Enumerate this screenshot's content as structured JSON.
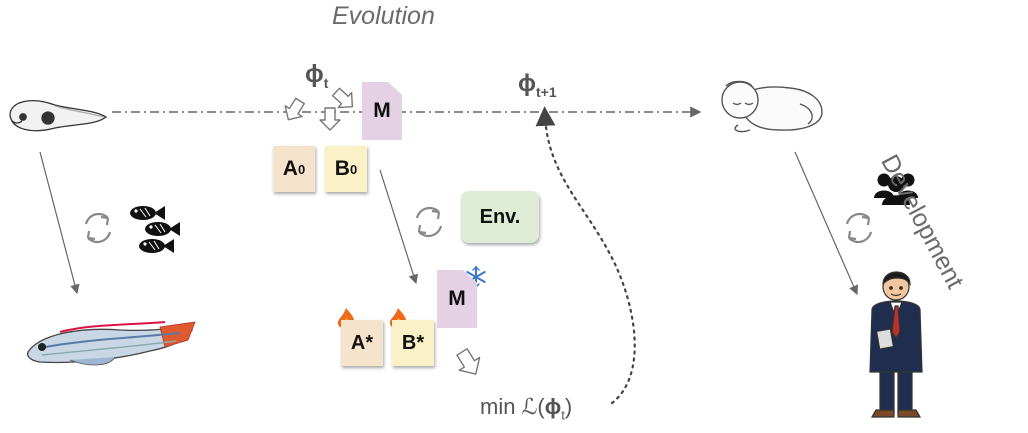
{
  "labels": {
    "evolution": "Evolution",
    "development": "Development",
    "phi": "ϕ",
    "phi_t_sub": "t",
    "phi_t1_sub": "t+1",
    "model": "M",
    "model_frozen": "M",
    "a0": "A",
    "a0_sub": "0",
    "b0": "B",
    "b0_sub": "0",
    "env": "Env.",
    "a_star": "A*",
    "b_star": "B*",
    "min_loss_prefix": "min ",
    "loss_symbol": "ℒ(",
    "loss_suffix": ")"
  },
  "colors": {
    "model_fill": "#e4d2e4",
    "a_fill": "#f6e3cc",
    "b_fill": "#fbf1c6",
    "env_fill": "#deecd6",
    "arrow_gray": "#666666",
    "snowflake": "#3a78c8",
    "flame": "#f06a1c"
  },
  "icons": [
    "tadpole-icon",
    "fish-school-icon",
    "adult-fish-icon",
    "baby-icon",
    "people-icon",
    "businessman-icon",
    "cycle-icon",
    "flame-icon",
    "snowflake-icon"
  ]
}
